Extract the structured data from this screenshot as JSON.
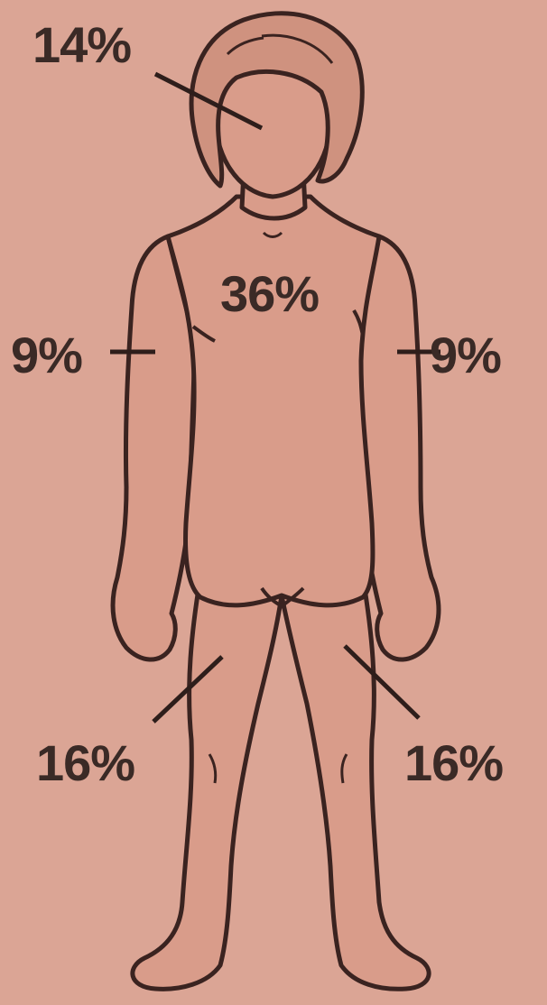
{
  "colors": {
    "background": "#dba595",
    "skin": "#d99c8a",
    "outline": "#3a2320",
    "hair": "#cf927f",
    "label_text": "#3a2a26"
  },
  "regions": {
    "head": {
      "label": "14%",
      "value": 14
    },
    "trunk": {
      "label": "36%",
      "value": 36
    },
    "arm_left": {
      "label": "9%",
      "value": 9
    },
    "arm_right": {
      "label": "9%",
      "value": 9
    },
    "leg_left": {
      "label": "16%",
      "value": 16
    },
    "leg_right": {
      "label": "16%",
      "value": 16
    }
  }
}
